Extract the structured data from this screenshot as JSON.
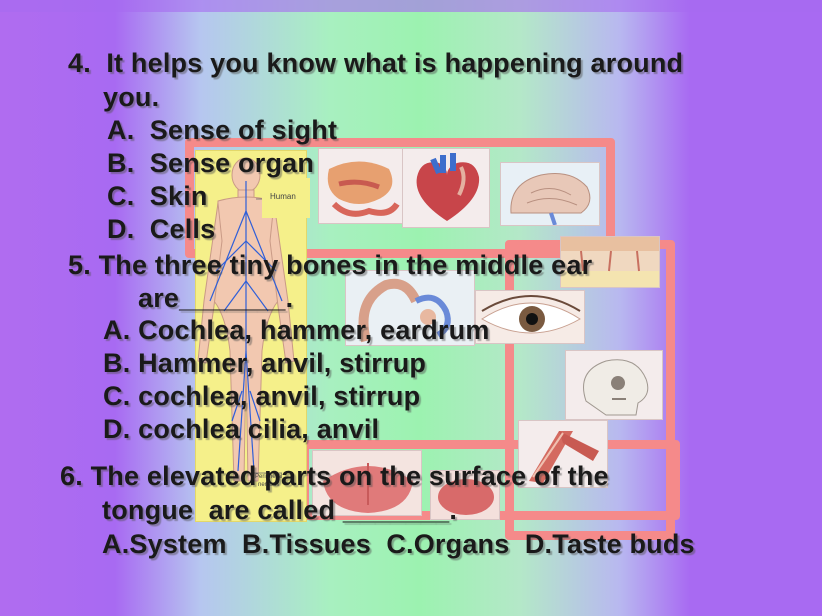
{
  "questions": [
    {
      "prompt_line1": "4.  It helps you know what is happening around",
      "prompt_line2": "you.",
      "options": [
        "A.  Sense of sight",
        "B.  Sense organ",
        "C.  Skin",
        "D.  Cells"
      ]
    },
    {
      "prompt_line1": "5. The three tiny bones in the middle ear",
      "prompt_line2": "are_______.",
      "options": [
        "A. Cochlea, hammer, eardrum",
        "B. Hammer, anvil, stirrup",
        "C. cochlea, anvil, stirrup",
        "D. cochlea cilia, anvil"
      ]
    },
    {
      "prompt_line1": "6. The elevated parts on the surface of the",
      "prompt_line2": "tongue  are called _______.",
      "options_inline": "A.System  B.Tissues  C.Organs  D.Taste buds"
    }
  ],
  "figure_labels": {
    "human": "Human",
    "peripheral": "Peripheral",
    "nervous": "nervous"
  },
  "icons": [
    "human-body-figure",
    "digestive-organ-image",
    "heart-image",
    "brain-image",
    "skin-layers-image",
    "ear-image",
    "eye-image",
    "skull-image",
    "leg-muscle-image",
    "tongue-image"
  ]
}
